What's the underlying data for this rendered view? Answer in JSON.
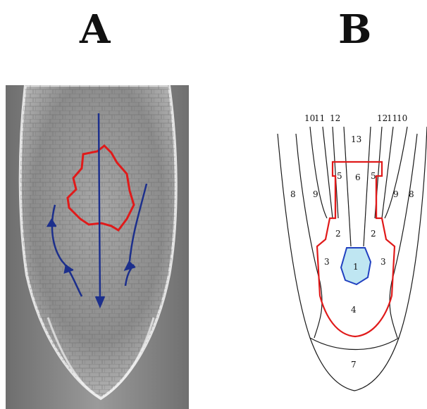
{
  "panels": {
    "a_letter": "A",
    "b_letter": "B"
  },
  "diagram_b": {
    "top_labels_left": [
      "10",
      "11",
      "12"
    ],
    "top_label_13": "13",
    "top_labels_right": [
      "12",
      "11",
      "10"
    ],
    "region_labels": {
      "r1": "1",
      "r2_left": "2",
      "r2_right": "2",
      "r3_left": "3",
      "r3_right": "3",
      "r4": "4",
      "r5_left": "5",
      "r5_right": "5",
      "r6": "6",
      "r7": "7",
      "r8_left": "8",
      "r8_right": "8",
      "r9_left": "9",
      "r9_right": "9"
    }
  },
  "colors": {
    "outline": "#1a1a1a",
    "highlight": "#e01a1a",
    "quiescent_fill": "#bfe6f2",
    "quiescent_stroke": "#2040c0",
    "arrow": "#1c2f8c"
  }
}
